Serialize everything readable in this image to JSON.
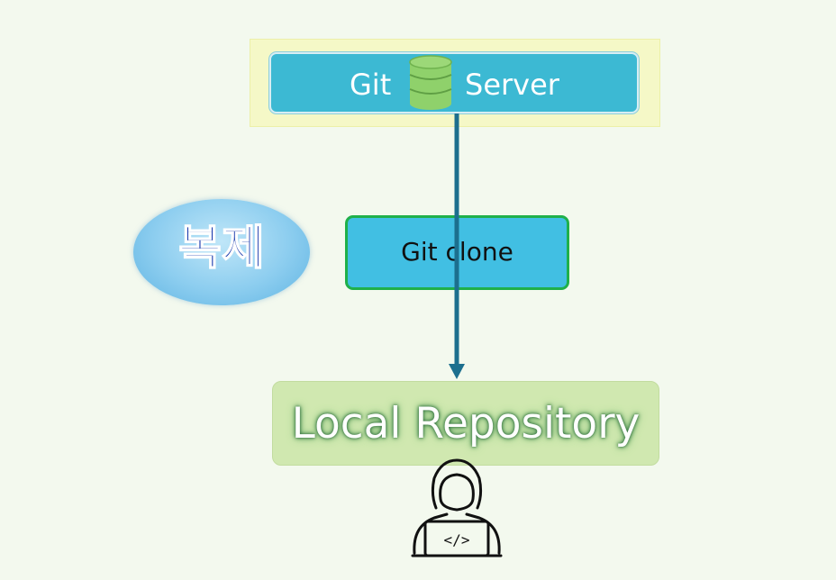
{
  "server": {
    "left_label": "Git",
    "right_label": "Server",
    "icon": "database-icon"
  },
  "clone": {
    "label": "Git clone"
  },
  "annotation": {
    "label": "복제"
  },
  "local": {
    "label": "Local Repository"
  },
  "developer": {
    "icon": "developer-laptop-icon",
    "code_glyph": "</>"
  },
  "colors": {
    "background": "#f3f9ee",
    "server_box": "#3cb9d3",
    "server_highlight": "#f5f8c7",
    "clone_box": "#41bfe3",
    "clone_border": "#1fb04a",
    "local_box": "#d0e8b0",
    "arrow": "#1c6f8e",
    "annotation_text": "#1f3fae"
  }
}
